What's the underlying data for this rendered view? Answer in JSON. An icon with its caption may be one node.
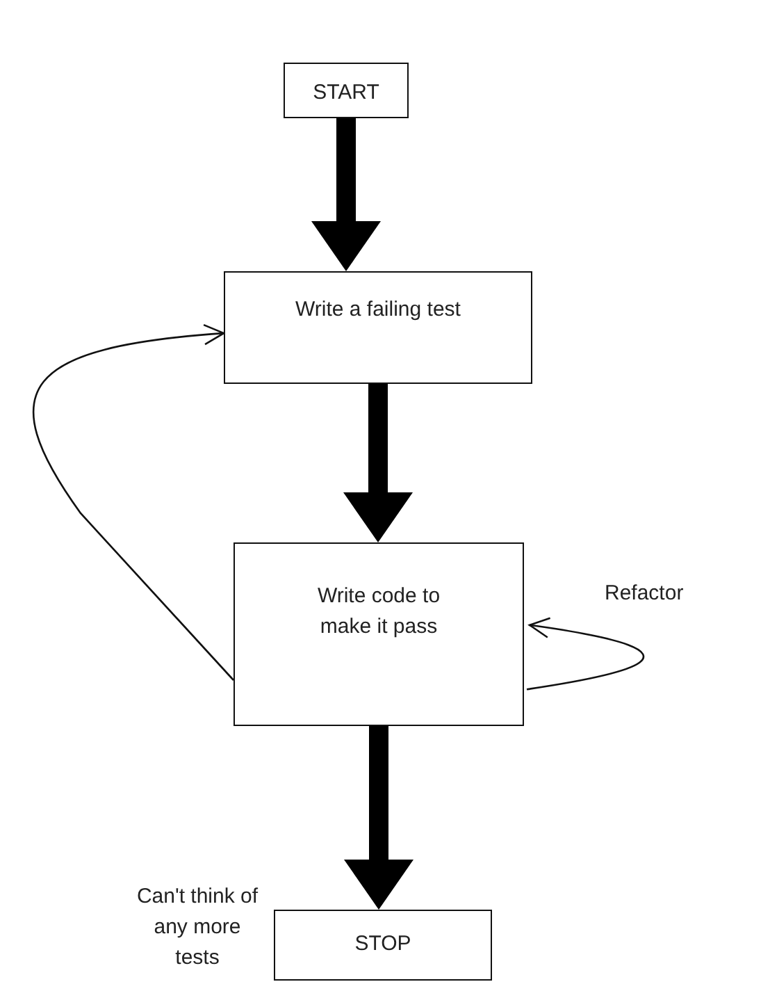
{
  "diagram": {
    "nodes": [
      {
        "text": [
          "START"
        ]
      },
      {
        "text": [
          "Write a failing test"
        ]
      },
      {
        "text": [
          "Write code to make it pass"
        ]
      },
      {
        "text": [
          "STOP"
        ],
        "beside": [
          "Can't think of any more tests"
        ]
      }
    ],
    "edges": [
      {
        "from": 0,
        "to": 1,
        "arrow": "to"
      },
      {
        "from": 1,
        "to": 2,
        "arrow": "to"
      },
      {
        "from": 2,
        "to": 3,
        "arrow": "to"
      },
      {
        "from": 2,
        "to": 1,
        "arrow": "to"
      },
      {
        "from": 2,
        "to": 2,
        "arrow": "to",
        "label": "Refactor"
      }
    ]
  }
}
